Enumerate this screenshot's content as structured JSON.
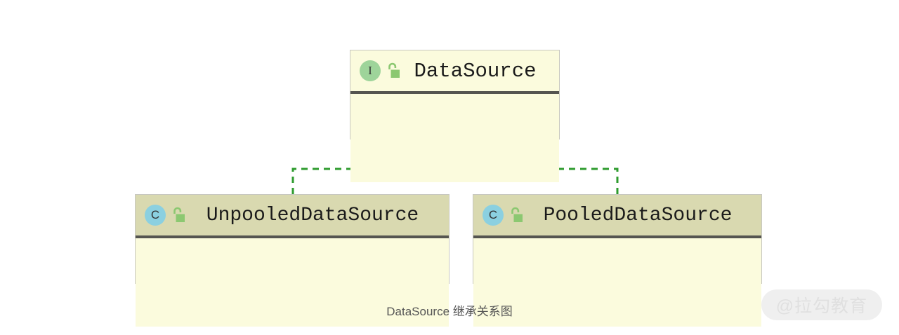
{
  "diagram": {
    "type": "uml-class-diagram",
    "caption": "DataSource 继承关系图",
    "colors": {
      "interface_header_fill": "#fbfbdd",
      "class_header_fill": "#d9d9b0",
      "body_fill": "#fbfbdd",
      "box_border": "#c8c8c0",
      "header_divider": "#555550",
      "relation_line": "#2e9b2e",
      "arrow_fill": "#0a7a0a",
      "interface_badge": "#9ed49a",
      "class_badge": "#8bd0e0",
      "lock_icon": "#8cc871",
      "caption_text": "#555555",
      "watermark_pill": "#efefef",
      "watermark_text": "#e0e0e0"
    },
    "nodes": [
      {
        "id": "datasource",
        "name": "DataSource",
        "stereotype": "interface",
        "badge_letter": "I",
        "visibility_icon": "open-lock-icon",
        "members": []
      },
      {
        "id": "unpooled",
        "name": "UnpooledDataSource",
        "stereotype": "class",
        "badge_letter": "C",
        "visibility_icon": "open-lock-icon",
        "members": []
      },
      {
        "id": "pooled",
        "name": "PooledDataSource",
        "stereotype": "class",
        "badge_letter": "C",
        "visibility_icon": "open-lock-icon",
        "members": []
      }
    ],
    "relations": [
      {
        "from": "unpooled",
        "to": "datasource",
        "kind": "realization",
        "style": "dashed",
        "arrow": "hollow-triangle-filled"
      },
      {
        "from": "pooled",
        "to": "datasource",
        "kind": "realization",
        "style": "dashed",
        "arrow": "hollow-triangle-filled"
      }
    ]
  },
  "watermark": {
    "text": "@拉勾教育"
  }
}
